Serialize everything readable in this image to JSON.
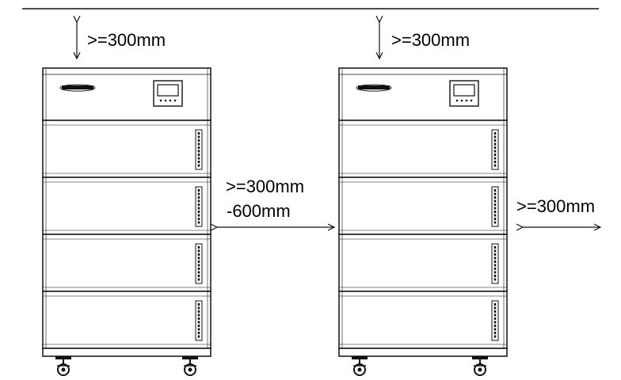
{
  "colors": {
    "stroke": "#111111",
    "background": "#ffffff",
    "text": "#000000"
  },
  "labels": {
    "top_clearance_left": ">=300mm",
    "top_clearance_right": ">=300mm",
    "side_gap_line1": ">=300mm",
    "side_gap_line2": "-600mm",
    "right_clearance": ">=300mm"
  },
  "cabinet": {
    "module_count": 4,
    "display_icon": "lcd-display-icon",
    "logo_icon": "brand-logo-icon",
    "wheel_icon": "caster-wheel-icon"
  }
}
